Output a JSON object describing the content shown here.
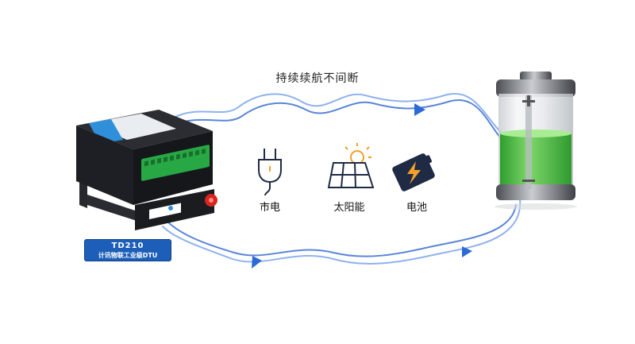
{
  "headline": "持续续航不间断",
  "sources": [
    {
      "label": "市电",
      "icon": "power-plug-icon"
    },
    {
      "label": "太阳能",
      "icon": "solar-panel-icon"
    },
    {
      "label": "电池",
      "icon": "battery-icon"
    }
  ],
  "device": {
    "model": "TD210",
    "description": "计讯物联工业级DTU"
  },
  "colors": {
    "loop": "#3a6fd0",
    "arrow": "#2d6ad6",
    "battery_fill": "#3cb83c",
    "device_body": "#1b1d22",
    "terminal_block": "#27a844",
    "tag": "#1d5fb8"
  }
}
